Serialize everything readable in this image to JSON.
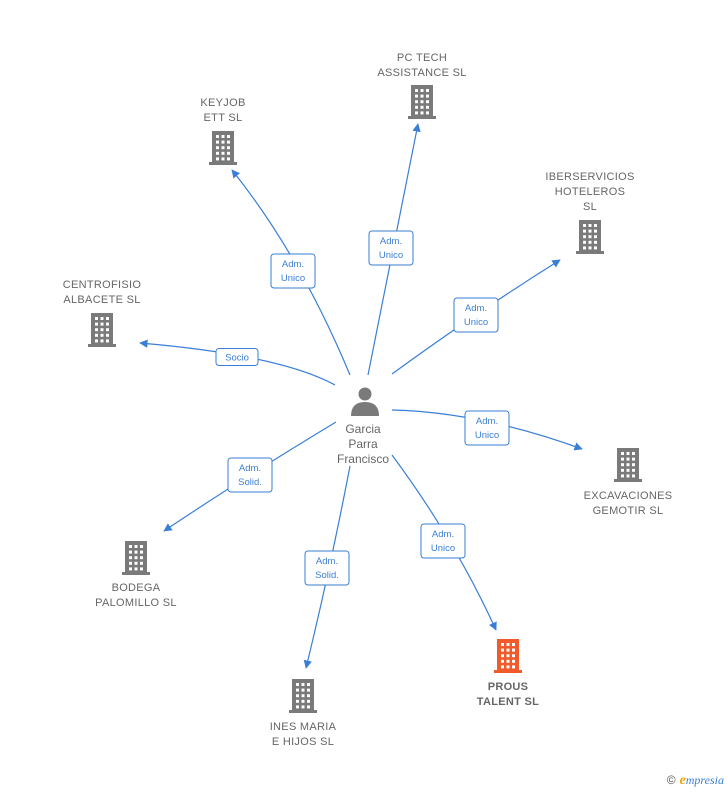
{
  "center": {
    "lines": [
      "Garcia",
      "Parra",
      "Francisco"
    ]
  },
  "colors": {
    "edge": "#3a7fd5",
    "building": "#7a7a7a",
    "highlight": "#f15a2b",
    "label": "#666666"
  },
  "nodes": [
    {
      "id": "pc-tech",
      "lines": [
        "PC TECH",
        "ASSISTANCE SL"
      ],
      "relation": [
        "Adm.",
        "Unico"
      ],
      "highlight": false
    },
    {
      "id": "keyjob",
      "lines": [
        "KEYJOB",
        "ETT  SL"
      ],
      "relation": [
        "Adm.",
        "Unico"
      ],
      "highlight": false
    },
    {
      "id": "iberservicios",
      "lines": [
        "IBERSERVICIOS",
        "HOTELEROS",
        "SL"
      ],
      "relation": [
        "Adm.",
        "Unico"
      ],
      "highlight": false
    },
    {
      "id": "centrofisio",
      "lines": [
        "CENTROFISIO",
        "ALBACETE SL"
      ],
      "relation": [
        "Socio"
      ],
      "highlight": false
    },
    {
      "id": "excavaciones",
      "lines": [
        "EXCAVACIONES",
        "GEMOTIR  SL"
      ],
      "relation": [
        "Adm.",
        "Unico"
      ],
      "highlight": false
    },
    {
      "id": "bodega",
      "lines": [
        "BODEGA",
        "PALOMILLO  SL"
      ],
      "relation": [
        "Adm.",
        "Solid."
      ],
      "highlight": false
    },
    {
      "id": "ines-maria",
      "lines": [
        "INES MARIA",
        "E HIJOS SL"
      ],
      "relation": [
        "Adm.",
        "Solid."
      ],
      "highlight": false
    },
    {
      "id": "prous",
      "lines": [
        "PROUS",
        "TALENT  SL"
      ],
      "relation": [
        "Adm.",
        "Unico"
      ],
      "highlight": true
    }
  ],
  "footer": {
    "copyright": "©",
    "brand_first": "e",
    "brand_rest": "mpresia"
  }
}
